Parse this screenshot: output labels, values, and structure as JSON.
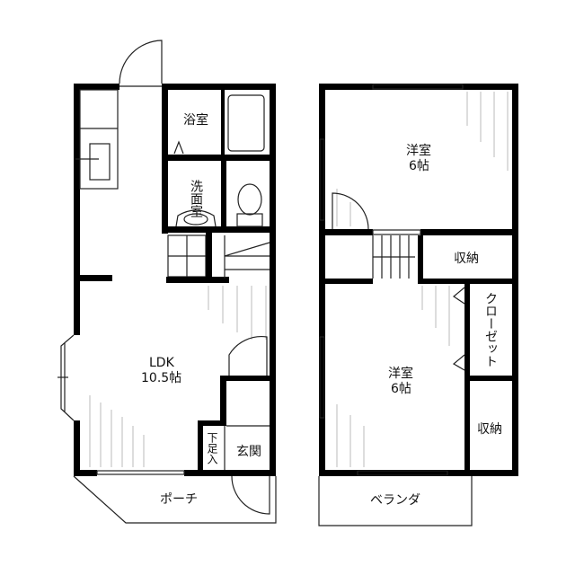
{
  "plan": {
    "left_unit": {
      "bathroom": "浴室",
      "washroom": "洗面室",
      "ldk": "LDK",
      "ldk_size": "10.5帖",
      "entrance": "玄関",
      "shoe_storage": "下足入",
      "porch": "ポーチ"
    },
    "right_unit": {
      "upper_room": "洋室",
      "upper_room_size": "6帖",
      "storage_upper": "収納",
      "closet": "クローゼット",
      "lower_room": "洋室",
      "lower_room_size": "6帖",
      "storage_lower": "収納",
      "veranda": "ベランダ"
    }
  }
}
